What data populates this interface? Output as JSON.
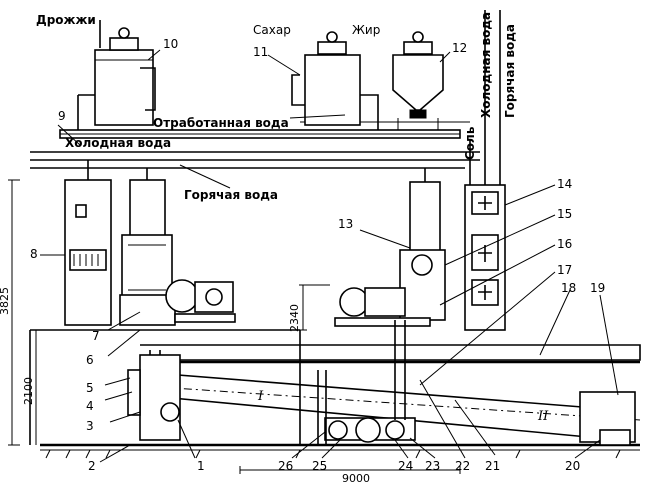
{
  "labels": {
    "yeast": "Дрожжи",
    "sugar": "Сахар",
    "fat": "Жир",
    "waste_water": "Отработанная вода",
    "cold_water": "Холодная вода",
    "hot_water": "Горячая вода",
    "salt": "Соль",
    "cold_water_vertical": "Холодная вода",
    "hot_water_vertical": "Горячая вода"
  },
  "dimensions": {
    "d3825": "3825",
    "d2100": "2100",
    "d2340": "2340",
    "d9000": "9000"
  },
  "zones": {
    "zone1": "I",
    "zone2": "II"
  },
  "callouts": [
    "1",
    "2",
    "3",
    "4",
    "5",
    "6",
    "7",
    "8",
    "9",
    "10",
    "11",
    "12",
    "13",
    "14",
    "15",
    "16",
    "17",
    "18",
    "19",
    "20",
    "21",
    "22",
    "23",
    "24",
    "25",
    "26"
  ],
  "colors": {
    "ink": "#000000",
    "paper": "#ffffff"
  }
}
